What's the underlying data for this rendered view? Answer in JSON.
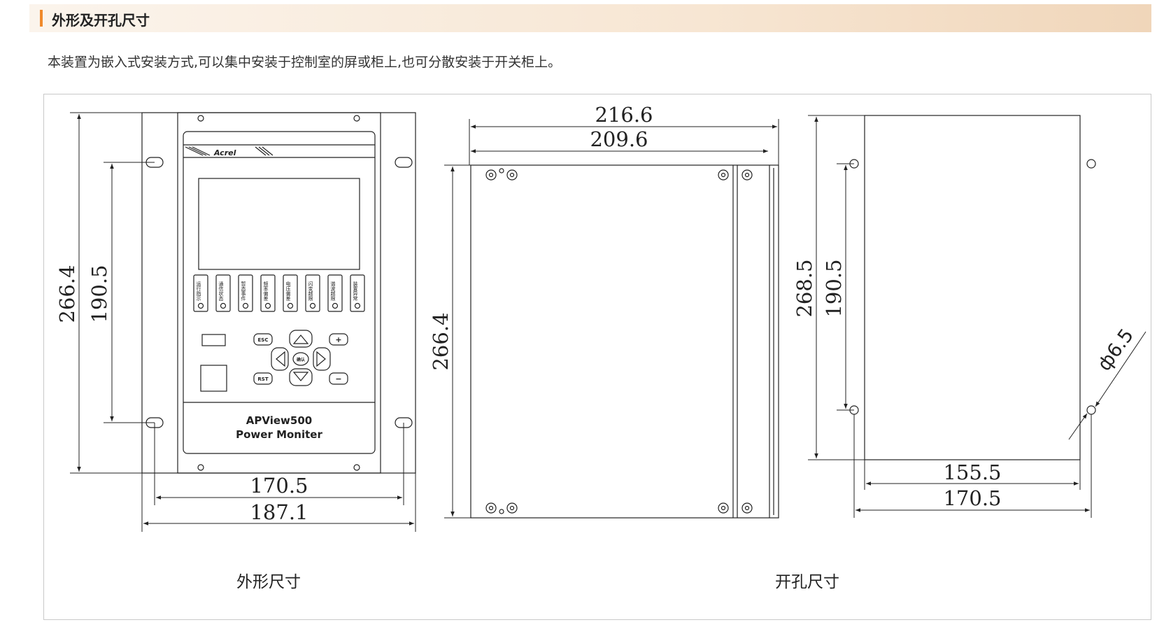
{
  "header": {
    "title": "外形及开孔尺寸"
  },
  "intro": {
    "text": "本装置为嵌入式安装方式,可以集中安装于控制室的屏或柜上,也可分散安装于开关柜上。"
  },
  "front_view": {
    "brand": "Acrel",
    "indicators": [
      "运行指示",
      "通信状态",
      "暂态事件",
      "频率偏差",
      "电压偏差",
      "闪变越限",
      "谐波越限",
      "装置异常"
    ],
    "buttons": {
      "esc": "ESC",
      "rst": "RST",
      "enter": "确认",
      "plus": "+",
      "minus": "−"
    },
    "model_line1": "APView500",
    "model_line2": "Power Moniter",
    "dims": {
      "height_total": "266.4",
      "height_holes": "190.5",
      "width_holes": "170.5",
      "width_total": "187.1"
    }
  },
  "side_view": {
    "dims": {
      "depth_total": "216.6",
      "depth_body": "209.6",
      "height": "266.4"
    }
  },
  "cutout_view": {
    "dims": {
      "height": "268.5",
      "height_holes": "190.5",
      "width": "155.5",
      "width_holes": "170.5",
      "hole_diameter": "ф6.5"
    }
  },
  "captions": {
    "left": "外形尺寸",
    "right": "开孔尺寸"
  }
}
